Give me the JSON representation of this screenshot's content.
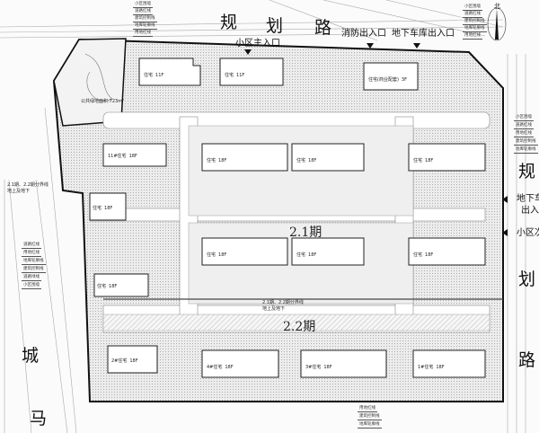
{
  "roads": {
    "north": [
      "规",
      "划",
      "路"
    ],
    "east": [
      "规",
      "划",
      "路"
    ],
    "west": [
      "城",
      "马"
    ]
  },
  "entrances": {
    "main": "小区主入口",
    "fire": "消防出入口",
    "garage_north": "地下车库出入口",
    "garage_east_line1": "地下车库",
    "garage_east_line2": "出入口",
    "secondary_east": "小区次"
  },
  "phases": {
    "phase_2_1": "2.1期",
    "phase_2_2": "2.2期"
  },
  "boundary_note": {
    "line1": "2.1期、2.2期分界线",
    "line2": "地上及地下"
  },
  "north_arrow": "北",
  "legend_top": [
    "小区围墙",
    "道路红线",
    "建筑控制线",
    "地库轮廓线",
    "用地红线"
  ],
  "legend_left": [
    "道路红线",
    "用地红线",
    "地库轮廓线",
    "建筑控制线",
    "道路绿线",
    "小区围墙"
  ],
  "legend_right": [
    "小区围墙",
    "道路红线",
    "用地红线",
    "建筑控制线",
    "地库轮廓线"
  ],
  "legend_bottom": [
    "用地红线",
    "建筑控制线",
    "地库轮廓线"
  ],
  "park_note": "公共绿地面积:723m²",
  "buildings": [
    {
      "label": "住宅",
      "floors": "11F"
    },
    {
      "label": "住宅",
      "floors": "11F"
    },
    {
      "label": "住宅(商业配套)",
      "floors": "3F"
    },
    {
      "label": "11#住宅",
      "floors": "18F"
    },
    {
      "label": "住宅",
      "floors": "18F"
    },
    {
      "label": "住宅",
      "floors": "18F"
    },
    {
      "label": "住宅",
      "floors": "18F"
    },
    {
      "label": "住宅",
      "floors": "18F"
    },
    {
      "label": "住宅",
      "floors": "18F"
    },
    {
      "label": "住宅",
      "floors": "18F"
    },
    {
      "label": "住宅",
      "floors": "18F"
    },
    {
      "label": "住宅",
      "floors": "18F"
    },
    {
      "label": "2#住宅",
      "floors": "18F"
    },
    {
      "label": "4#住宅",
      "floors": "18F"
    },
    {
      "label": "3#住宅",
      "floors": "18F"
    },
    {
      "label": "1#住宅",
      "floors": "18F"
    }
  ]
}
